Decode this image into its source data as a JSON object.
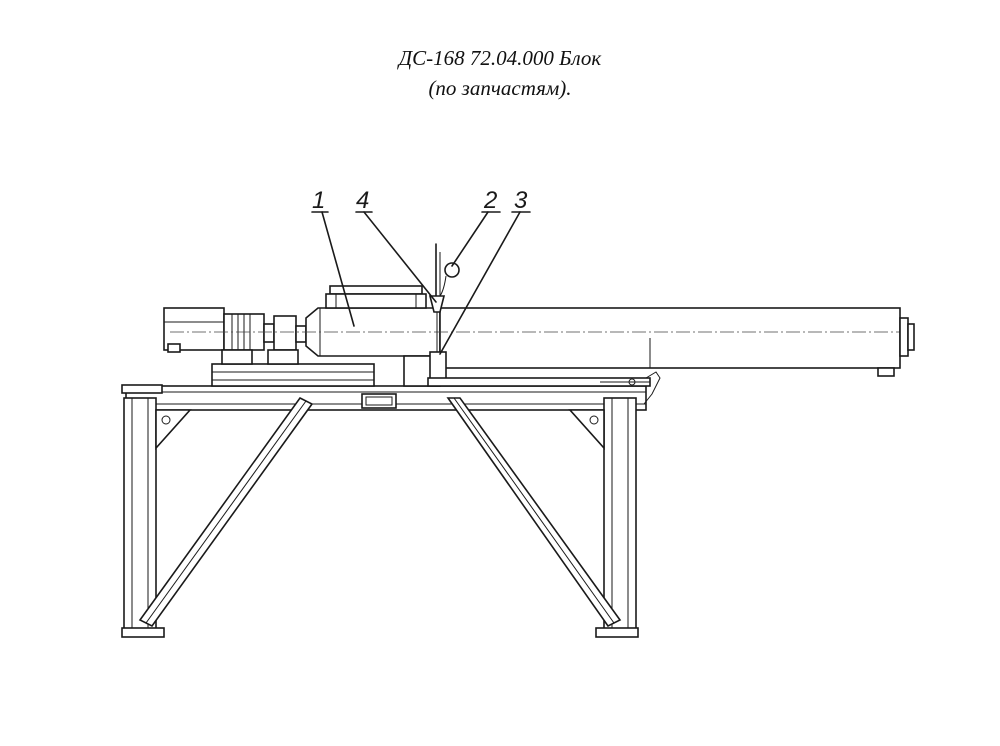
{
  "drawing": {
    "title_line1": "ДС-168 72.04.000 Блок",
    "title_line2": "(по запчастям).",
    "callouts": [
      {
        "number": "1"
      },
      {
        "number": "4"
      },
      {
        "number": "2"
      },
      {
        "number": "3"
      }
    ]
  }
}
